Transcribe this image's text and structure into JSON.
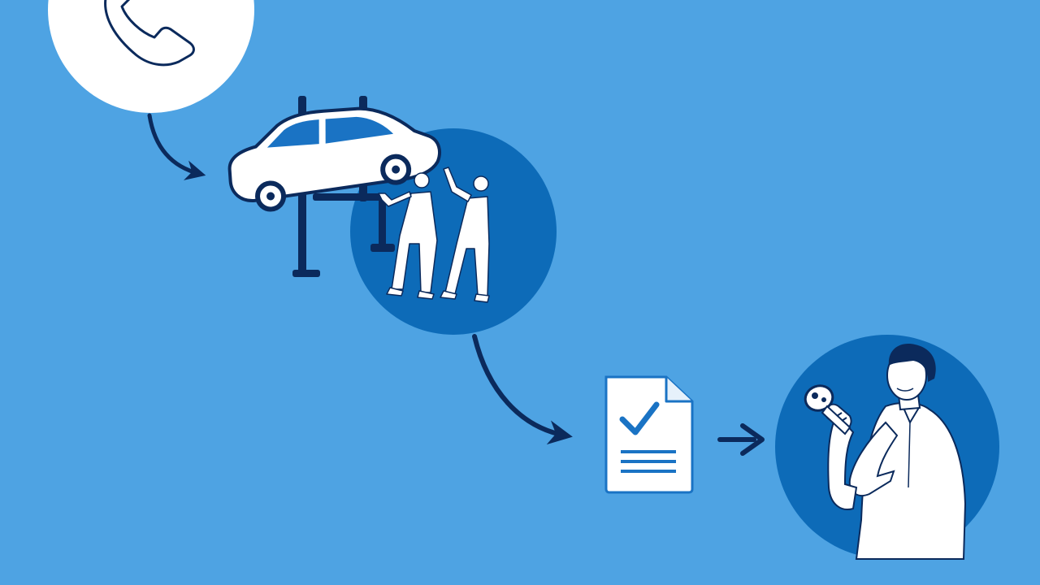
{
  "colors": {
    "background": "#4ea3e3",
    "circle_dark": "#0d6bb8",
    "circle_light": "#ffffff",
    "navy": "#0b2a5c",
    "white": "#ffffff",
    "accent_blue": "#1a73c4"
  },
  "steps": [
    {
      "id": "call",
      "icon": "phone-icon"
    },
    {
      "id": "service",
      "icon": "car-lift-mechanics-icon"
    },
    {
      "id": "documentation",
      "icon": "checked-document-icon"
    },
    {
      "id": "handover",
      "icon": "person-with-car-key-icon"
    }
  ],
  "connectors": [
    {
      "from": "call",
      "to": "service",
      "style": "curved-arrow"
    },
    {
      "from": "service",
      "to": "documentation",
      "style": "curved-arrow"
    },
    {
      "from": "documentation",
      "to": "handover",
      "style": "straight-arrow"
    }
  ]
}
